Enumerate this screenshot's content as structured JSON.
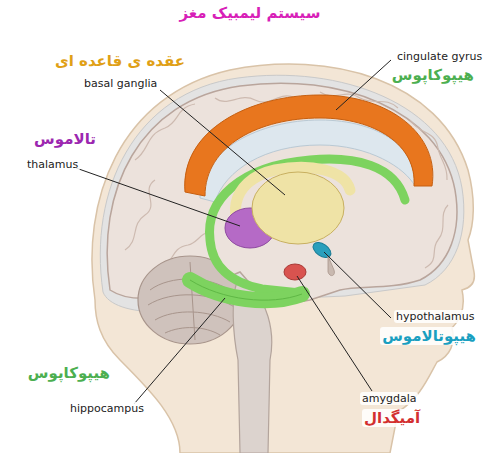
{
  "diagram": {
    "title": "سیستم لیمبیک مغز",
    "labels": [
      "عقده ی قاعده ای",
      "basal ganglia",
      "cingulate gyrus",
      "هیپوکاپوس",
      "تالاموس",
      "thalamus",
      "hypothalamus",
      "هیپوتالاموس",
      "هیپوکاپوس",
      "hippocampus",
      "amygdala",
      "آمیگدال"
    ]
  }
}
